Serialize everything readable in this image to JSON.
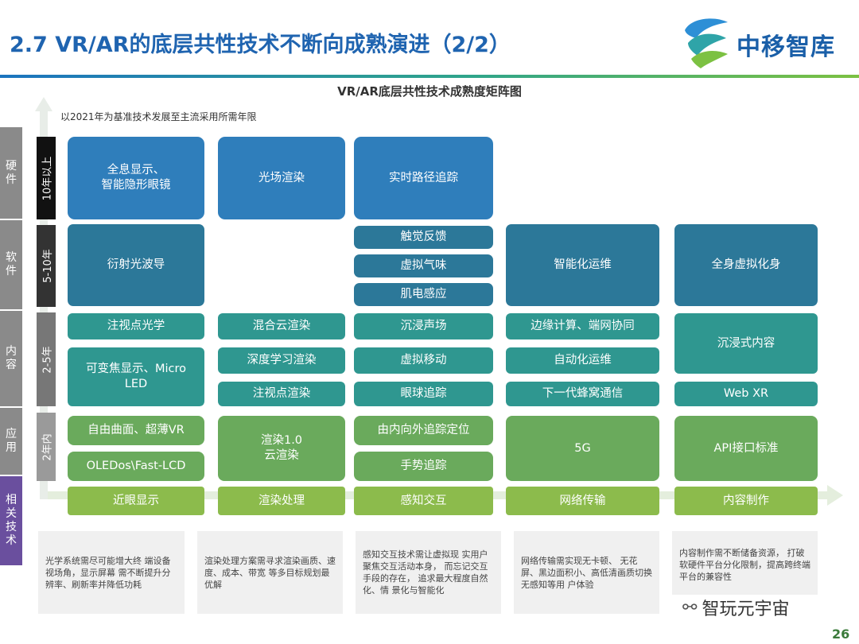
{
  "header": {
    "title": "2.7 VR/AR的底层共性技术不断向成熟演进（2/2）",
    "logo_text": "中移智库",
    "colors": {
      "title": "#1f64b0",
      "logo": "#1a5fa8"
    }
  },
  "matrix": {
    "subtitle": "VR/AR底层共性技术成熟度矩阵图",
    "note": "以2021年为基准技术发展至主流采用所需年限",
    "categories": [
      {
        "chars": [
          "硬",
          "件"
        ],
        "color": "#8a8a8a"
      },
      {
        "chars": [
          "软",
          "件"
        ],
        "color": "#8a8a8a"
      },
      {
        "chars": [
          "内",
          "容"
        ],
        "color": "#8a8a8a"
      },
      {
        "chars": [
          "应",
          "用"
        ],
        "color": "#8a8a8a"
      },
      {
        "chars": [
          "相",
          "关",
          "技",
          "术"
        ],
        "color": "#6a4f9e"
      }
    ],
    "bands": [
      {
        "label": "10年以上",
        "color": "#111111"
      },
      {
        "label": "5-10年",
        "color": "#333333"
      },
      {
        "label": "2-5年",
        "color": "#777777"
      },
      {
        "label": "2年内",
        "color": "#9a9a9a"
      }
    ],
    "columns": [
      {
        "cells": [
          "全息显示、\n智能隐形眼镜",
          "衍射光波导",
          "注视点光学",
          "可变焦显示、Micro LED",
          "自由曲面、超薄VR",
          "OLEDos\\Fast-LCD"
        ],
        "footer": "近眼显示",
        "description": "光学系统需尽可能增大终 端设备视场角，显示屏幕 需不断提升分辨率、刷新率并降低功耗"
      },
      {
        "cells": [
          "光场渲染",
          "混合云渲染",
          "深度学习渲染",
          "注视点渲染",
          "渲染1.0\n云渲染"
        ],
        "footer": "渲染处理",
        "description": "渲染处理方案需寻求渲染画质、速度、成本、带宽 等多目标规划最优解"
      },
      {
        "cells": [
          "实时路径追踪",
          "触觉反馈",
          "虚拟气味",
          "肌电感应",
          "沉浸声场",
          "虚拟移动",
          "眼球追踪",
          "由内向外追踪定位",
          "手势追踪"
        ],
        "footer": "感知交互",
        "description": "感知交互技术需让虚拟现 实用户聚焦交互活动本身， 而忘记交互手段的存在， 追求最大程度自然化、情 景化与智能化"
      },
      {
        "cells": [
          "智能化运维",
          "边缘计算、端网协同",
          "自动化运维",
          "下一代蜂窝通信",
          "5G"
        ],
        "footer": "网络传输",
        "description": "网络传输需实现无卡顿、 无花屏、黑边面积小、高低清画质切换无感知等用 户体验"
      },
      {
        "cells": [
          "全身虚拟化身",
          "沉浸式内容",
          "Web XR",
          "API接口标准"
        ],
        "footer": "内容制作",
        "description": "内容制作需不断储备资源， 打破软硬件平台分化限制，提高跨终端平台的兼容性"
      }
    ],
    "colors": {
      "blue": "#2f7ebb",
      "steel": "#2c7899",
      "teal": "#2f9790",
      "green": "#6aaa5c",
      "lime": "#8cbb4c"
    }
  },
  "footer": {
    "watermark": "智玩元宇宙",
    "page_number": "26"
  }
}
